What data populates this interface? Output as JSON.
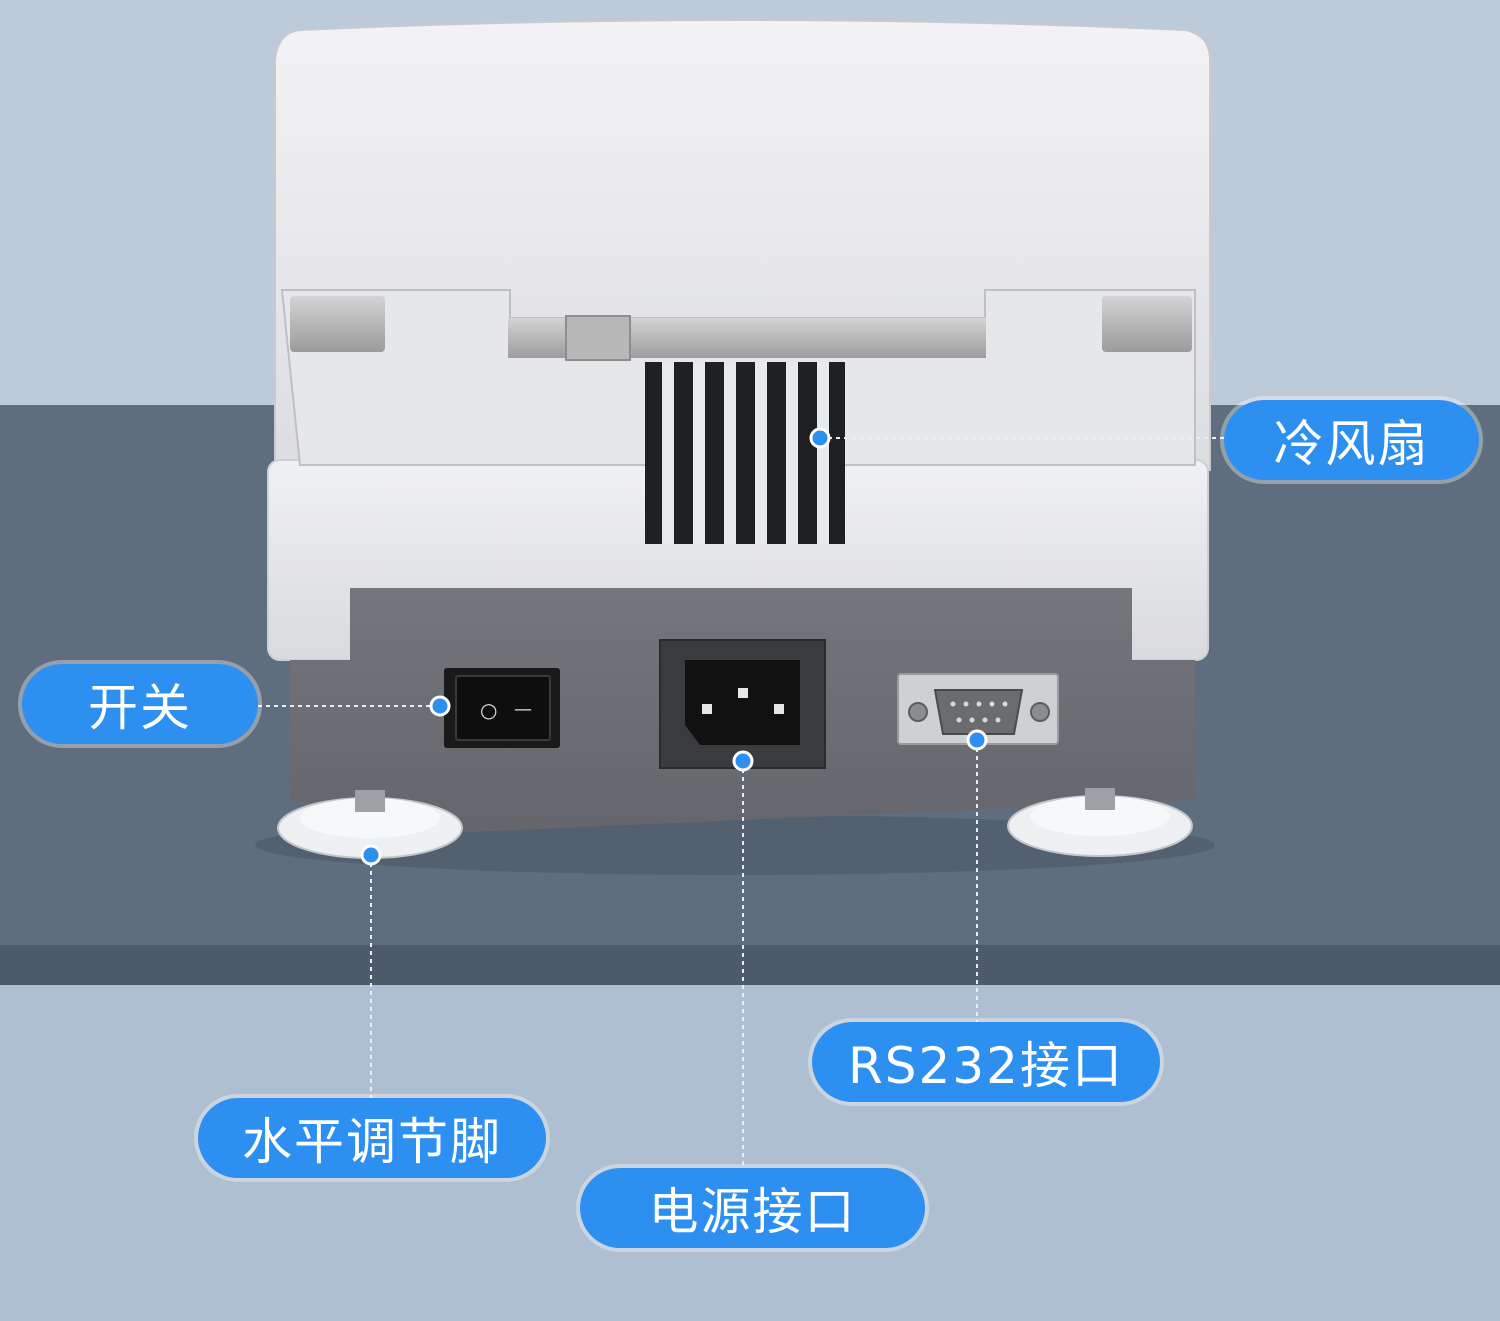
{
  "image": {
    "background_color": "#b9c8d9",
    "table_color": "#5f6f80",
    "device_body_color": "#eceef0",
    "panel_color": "#6d6f74",
    "callout_color": "#2d8ff0"
  },
  "callouts": {
    "cooling_fan": "冷风扇",
    "power_switch": "开关",
    "rs232_port": "RS232接口",
    "leveling_foot": "水平调节脚",
    "power_port": "电源接口"
  },
  "switch_marks": {
    "off": "○",
    "on": "—"
  }
}
